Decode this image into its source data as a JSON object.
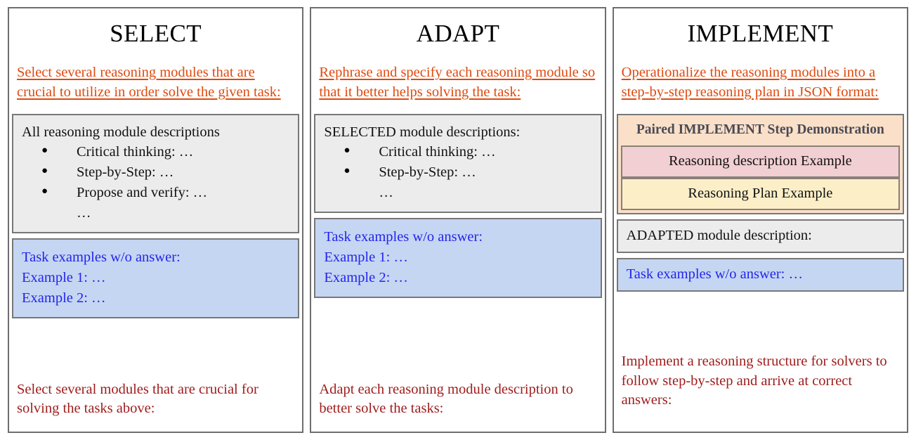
{
  "colors": {
    "instruction_orange": "#DE4A0F",
    "closing_red": "#9E1B1B",
    "blue_text": "#2424EE",
    "gray_box": "#ECECEC",
    "blue_box": "#C5D6F2",
    "peach_box": "#FAE0C8",
    "pink_box": "#F2CFD2",
    "yellow_box": "#FCEFC8",
    "border": "#777777"
  },
  "panels": [
    {
      "title": "SELECT",
      "instruction": "Select several reasoning modules that are crucial to utilize in order solve the given task:",
      "module_box": {
        "heading": "All reasoning module descriptions",
        "items": [
          "Critical thinking: …",
          "Step-by-Step: …",
          "Propose and verify: …"
        ],
        "ellipsis": "…"
      },
      "task_box": {
        "heading": "Task examples w/o answer:",
        "lines": [
          "Example 1: …",
          "Example 2: …"
        ]
      },
      "closing": "Select several modules that are crucial for solving the tasks above:"
    },
    {
      "title": "ADAPT",
      "instruction": "Rephrase and specify each reasoning module so that it better helps solving the task:",
      "module_box": {
        "heading": "SELECTED module descriptions:",
        "items": [
          "Critical thinking: …",
          "Step-by-Step: …"
        ],
        "ellipsis": "…"
      },
      "task_box": {
        "heading": "Task examples w/o answer:",
        "lines": [
          "Example 1: …",
          "Example 2: …"
        ]
      },
      "closing": "Adapt each reasoning module description to better solve the tasks:"
    },
    {
      "title": "IMPLEMENT",
      "instruction": "Operationalize the reasoning modules into a step-by-step reasoning plan in JSON format:",
      "demo_box": {
        "title": "Paired IMPLEMENT Step Demonstration",
        "reasoning_description": "Reasoning description Example",
        "reasoning_plan": "Reasoning Plan Example"
      },
      "adapted_box": "ADAPTED module description:",
      "task_box": "Task examples w/o answer: …",
      "closing": "Implement a reasoning structure for solvers to follow step-by-step and arrive at correct answers:"
    }
  ]
}
